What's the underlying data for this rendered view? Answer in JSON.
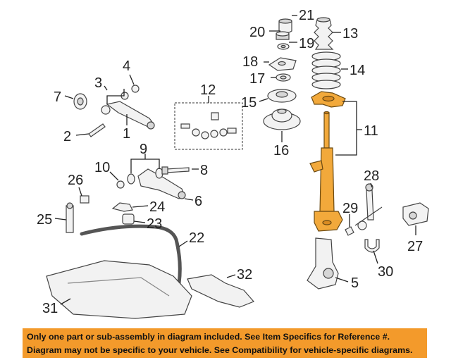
{
  "callouts": {
    "c1": "1",
    "c2": "2",
    "c3": "3",
    "c4": "4",
    "c5": "5",
    "c6": "6",
    "c7": "7",
    "c8": "8",
    "c9": "9",
    "c10": "10",
    "c11": "11",
    "c12": "12",
    "c13": "13",
    "c14": "14",
    "c15": "15",
    "c16": "16",
    "c17": "17",
    "c18": "18",
    "c19": "19",
    "c20": "20",
    "c21": "21",
    "c22": "22",
    "c23": "23",
    "c24": "24",
    "c25": "25",
    "c26": "26",
    "c27": "27",
    "c28": "28",
    "c29": "29",
    "c30": "30",
    "c31": "31",
    "c32": "32"
  },
  "banner": {
    "line1": "Only one part or sub-assembly in diagram included. See Item Specifics for Reference #.",
    "line2": "Diagram may not be specific to your vehicle. See Compatibility for vehicle-specific diagrams."
  },
  "colors": {
    "highlight": "#f2a93b",
    "banner": "#f39a2b"
  }
}
